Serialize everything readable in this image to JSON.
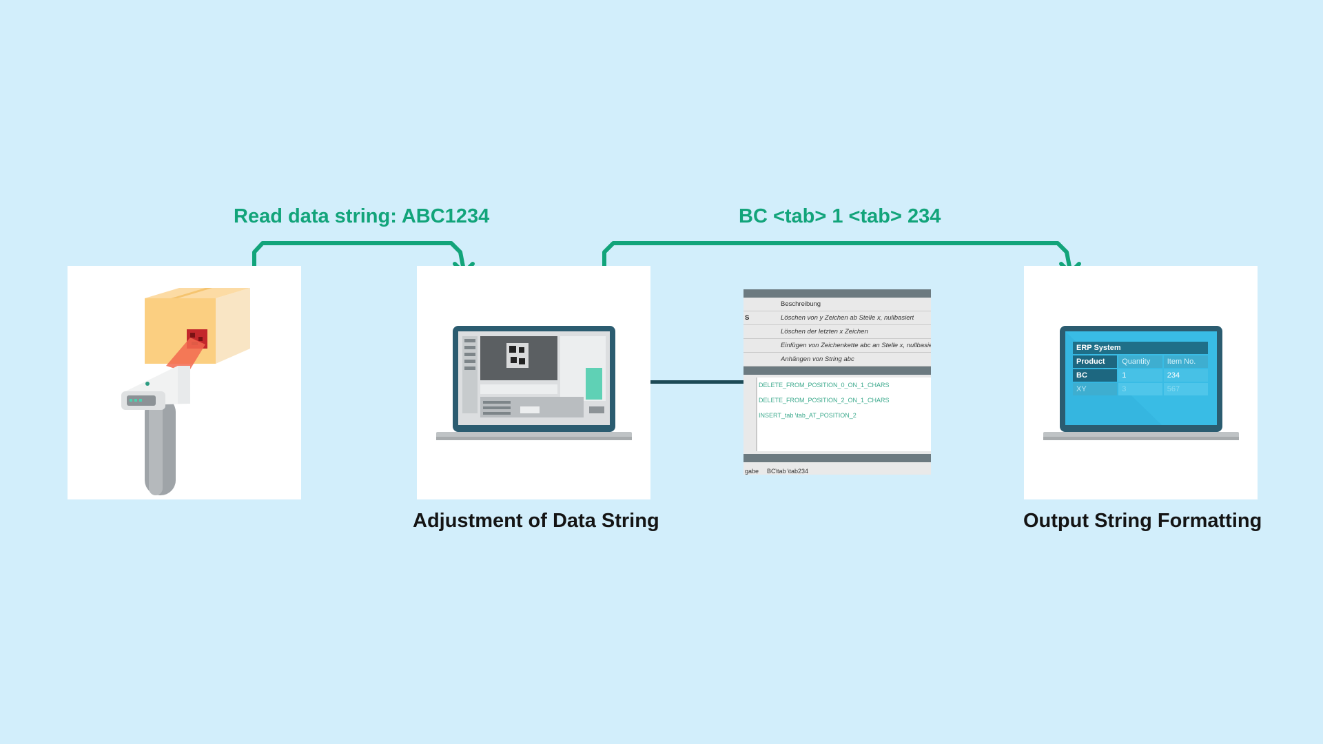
{
  "flow": {
    "read_label": "Read data string: ABC1234",
    "output_label": "BC <tab> 1 <tab> 234"
  },
  "captions": {
    "adjustment": "Adjustment of Data String",
    "output": "Output String Formatting"
  },
  "config_table": {
    "header": "Beschreibung",
    "rows": [
      {
        "key": "S",
        "desc": "Löschen von y Zeichen ab Stelle x, nullbasiert"
      },
      {
        "key": "",
        "desc": "Löschen der letzten x Zeichen"
      },
      {
        "key": "",
        "desc": "Einfügen von Zeichenkette abc an Stelle x, nullbasiert"
      },
      {
        "key": "",
        "desc": "Anhängen von String abc"
      }
    ],
    "commands": [
      "DELETE_FROM_POSITION_0_ON_1_CHARS",
      "DELETE_FROM_POSITION_2_ON_1_CHARS",
      "INSERT_tab \\tab_AT_POSITION_2"
    ],
    "output_key": "gabe",
    "output_value": "BC\\tab \\tab234"
  },
  "erp": {
    "title": "ERP System",
    "headers": [
      "Product",
      "Quantity",
      "Item No."
    ],
    "rows": [
      [
        "BC",
        "1",
        "234"
      ],
      [
        "XY",
        "3",
        "567"
      ]
    ]
  },
  "colors": {
    "background": "#d2eefb",
    "accent_green": "#12a47a",
    "connector": "#1d4a56",
    "panel": "#ffffff"
  },
  "icons": [
    "barcode-scanner-icon",
    "package-box-icon",
    "laptop-icon",
    "flow-arrow-icon"
  ]
}
